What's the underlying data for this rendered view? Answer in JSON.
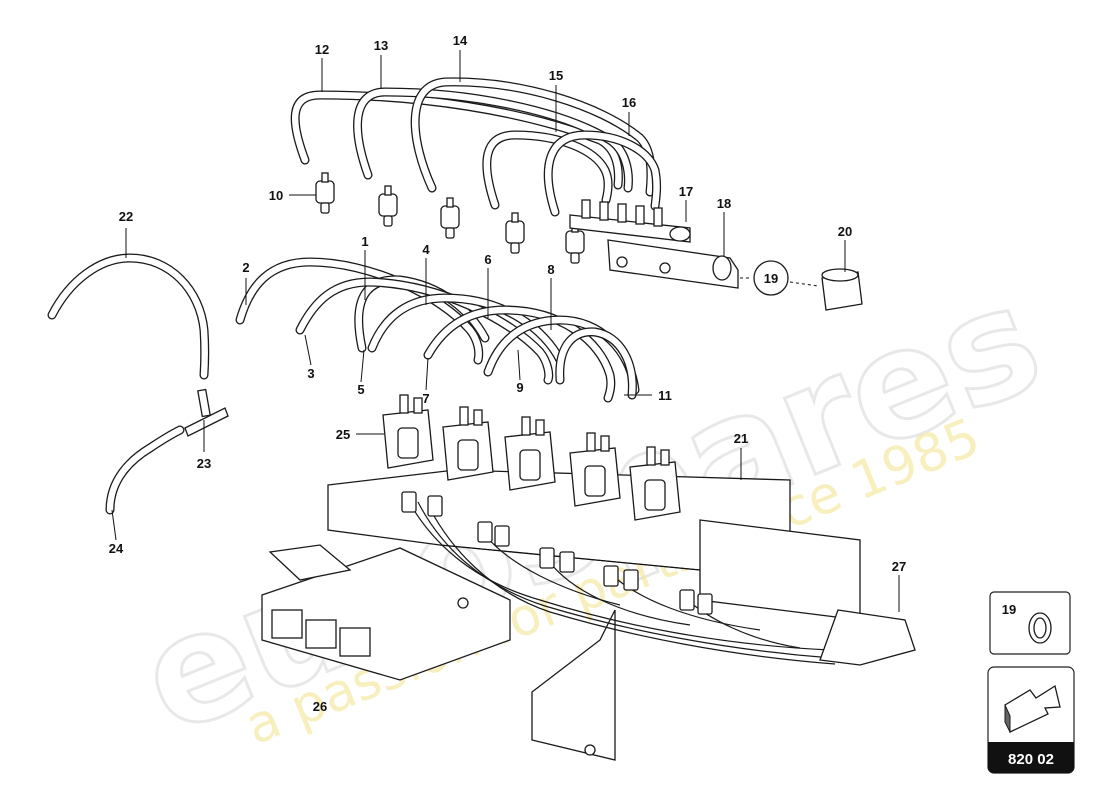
{
  "watermark": {
    "brand": "eurospares",
    "tagline": "a passion for parts since 1985"
  },
  "callouts": [
    {
      "id": "1",
      "text": "1"
    },
    {
      "id": "2",
      "text": "2"
    },
    {
      "id": "3",
      "text": "3"
    },
    {
      "id": "4",
      "text": "4"
    },
    {
      "id": "5",
      "text": "5"
    },
    {
      "id": "6",
      "text": "6"
    },
    {
      "id": "7",
      "text": "7"
    },
    {
      "id": "8",
      "text": "8"
    },
    {
      "id": "9",
      "text": "9"
    },
    {
      "id": "10",
      "text": "10"
    },
    {
      "id": "11",
      "text": "11"
    },
    {
      "id": "12",
      "text": "12"
    },
    {
      "id": "13",
      "text": "13"
    },
    {
      "id": "14",
      "text": "14"
    },
    {
      "id": "15",
      "text": "15"
    },
    {
      "id": "16",
      "text": "16"
    },
    {
      "id": "17",
      "text": "17"
    },
    {
      "id": "18",
      "text": "18"
    },
    {
      "id": "19",
      "text": "19"
    },
    {
      "id": "20",
      "text": "20"
    },
    {
      "id": "21",
      "text": "21"
    },
    {
      "id": "22",
      "text": "22"
    },
    {
      "id": "23",
      "text": "23"
    },
    {
      "id": "24",
      "text": "24"
    },
    {
      "id": "25",
      "text": "25"
    },
    {
      "id": "26",
      "text": "26"
    },
    {
      "id": "27",
      "text": "27"
    }
  ],
  "inset": {
    "part_number": "19"
  },
  "reference": {
    "code": "820 02"
  }
}
